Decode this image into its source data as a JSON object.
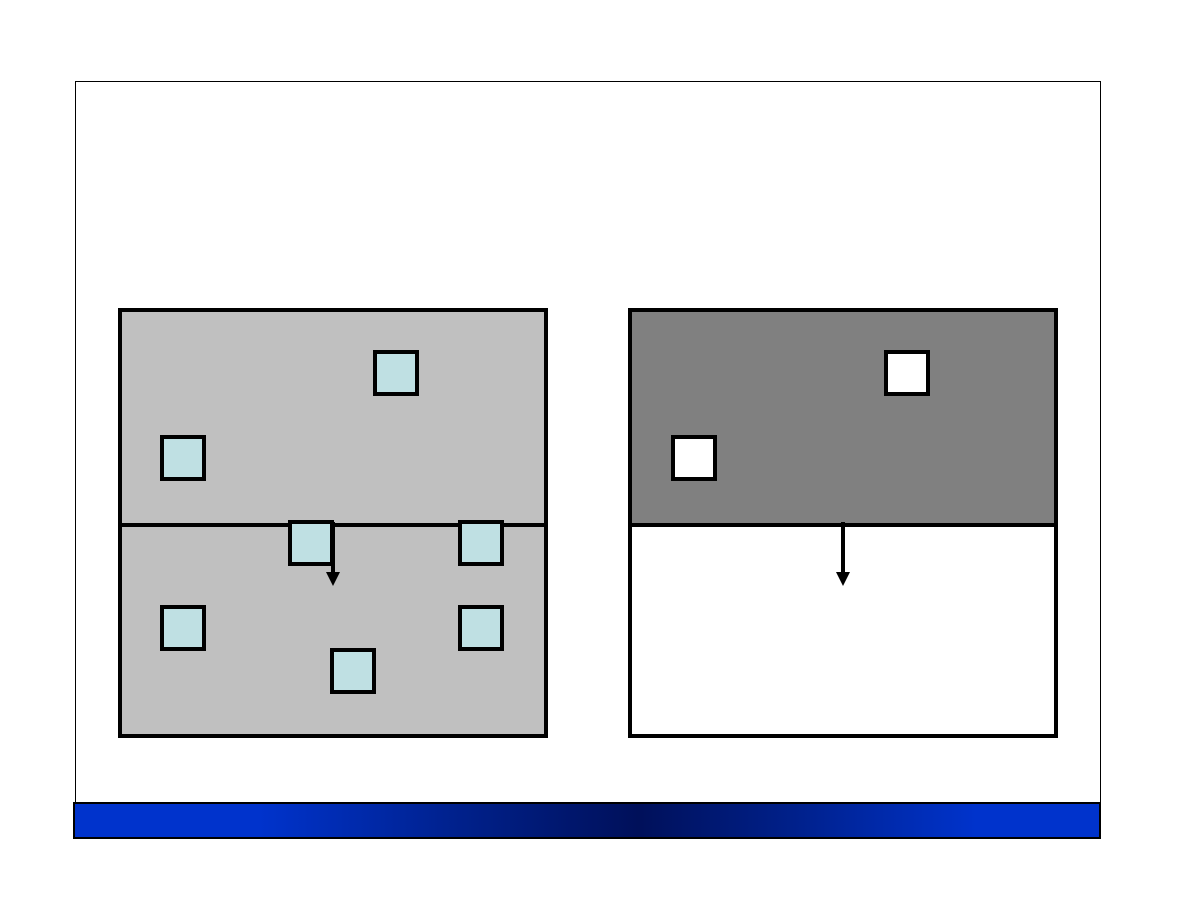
{
  "colors": {
    "left_panel_fill": "#c0c0c0",
    "right_panel_upper_fill": "#808080",
    "right_panel_lower_fill": "#ffffff",
    "left_particle_fill": "#bfe0e3",
    "right_particle_fill": "#ffffff",
    "footer_bar_dark": "#00105a",
    "footer_bar_light": "#0033cc"
  },
  "left_panel": {
    "upper_particle_count": 2,
    "lower_particle_count": 5,
    "arrow_direction": "down"
  },
  "right_panel": {
    "upper_particle_count": 2,
    "lower_particle_count": 0,
    "arrow_direction": "down"
  }
}
